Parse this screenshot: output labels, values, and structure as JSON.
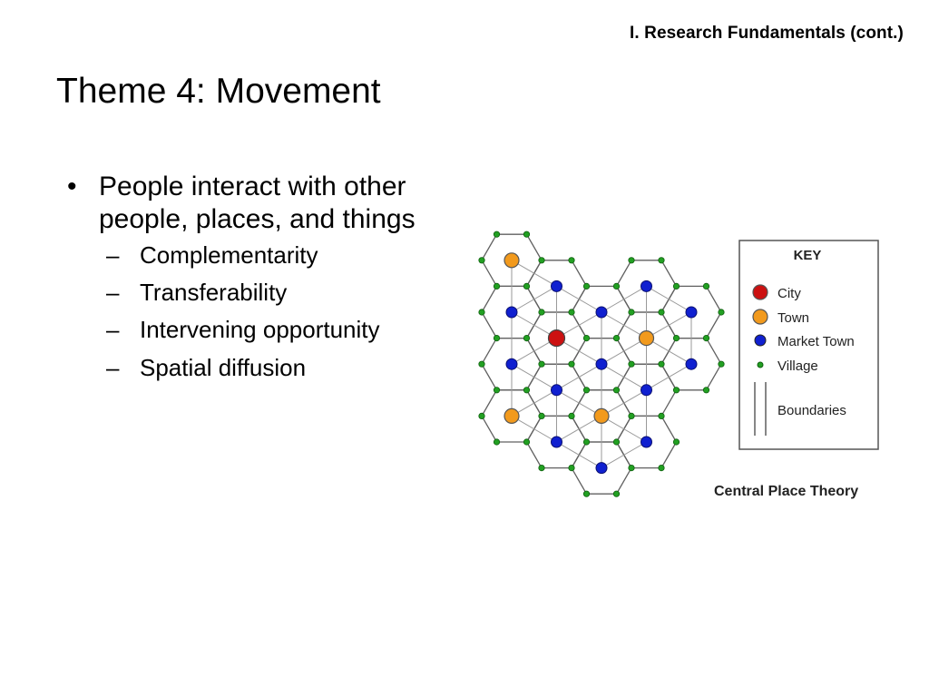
{
  "header": {
    "section": "I. Research Fundamentals (cont.)"
  },
  "title": "Theme 4: Movement",
  "bullets": [
    {
      "text": "People interact with other people, places, and things",
      "subitems": [
        {
          "dash": "–",
          "text": "Complementarity"
        },
        {
          "dash": "–",
          "text": "Transferability"
        },
        {
          "dash": "–",
          "text": "Intervening opportunity"
        },
        {
          "dash": "–",
          "text": "Spatial diffusion"
        }
      ]
    }
  ],
  "diagram": {
    "caption": "Central Place Theory",
    "key": {
      "title": "KEY",
      "items": [
        {
          "type": "city",
          "label": "City",
          "color": "#cc1111"
        },
        {
          "type": "town",
          "label": "Town",
          "color": "#f29a1d"
        },
        {
          "type": "market_town",
          "label": "Market Town",
          "color": "#1020d0"
        },
        {
          "type": "village",
          "label": "Village",
          "color": "#22a022"
        },
        {
          "type": "boundaries",
          "label": "Boundaries",
          "color": "#444444"
        }
      ]
    },
    "colors": {
      "hexagon_stroke": "#606060",
      "link_stroke": "#9a9a9a",
      "village_stroke": "#0f5f0f",
      "market_stroke": "#0a0f70"
    }
  }
}
